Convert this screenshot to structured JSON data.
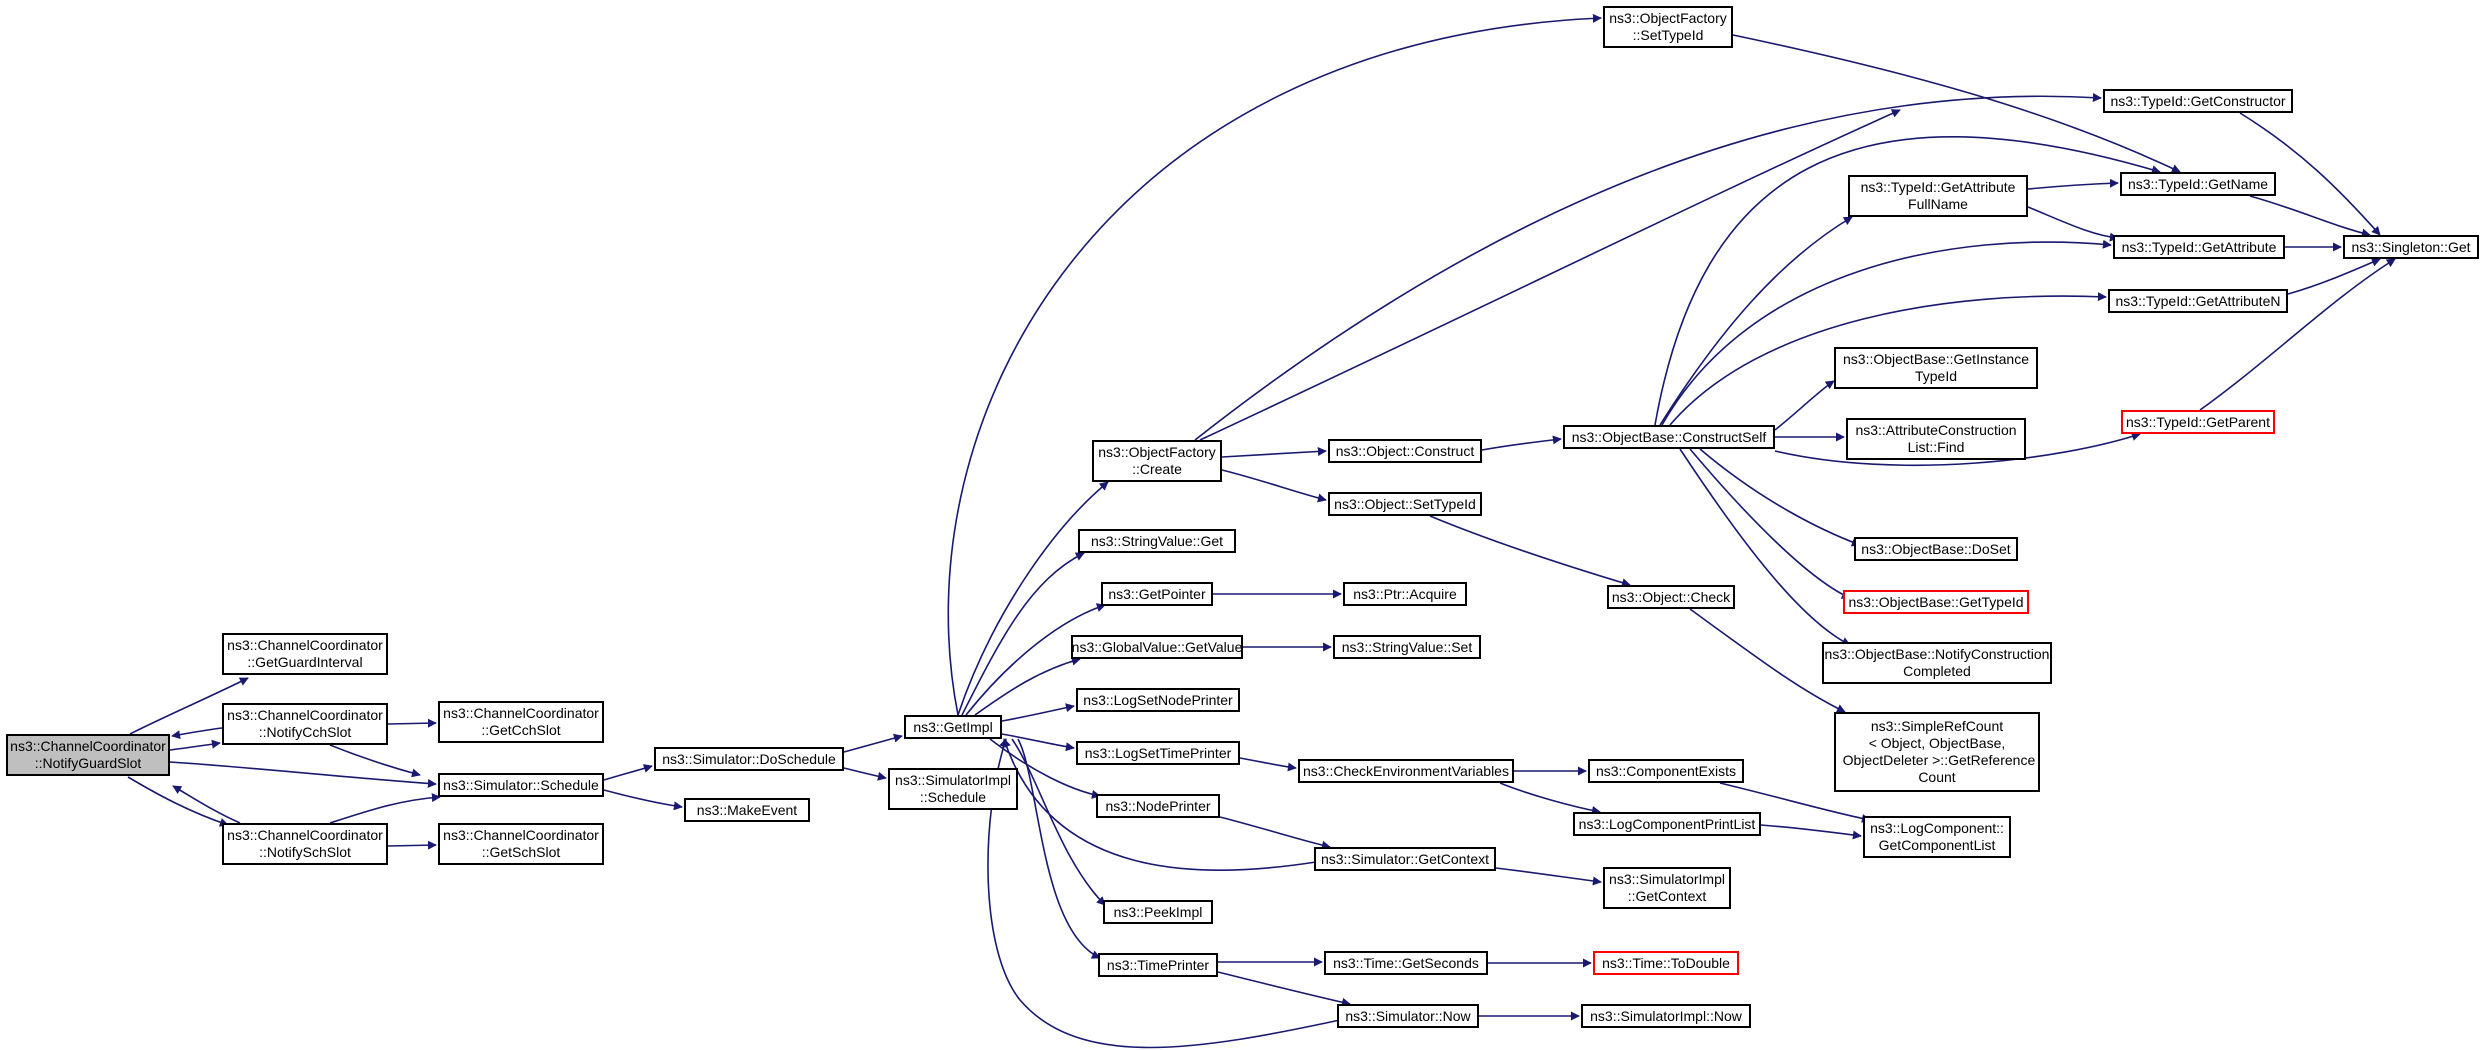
{
  "colors": {
    "edge": "#191970",
    "node_border": "#000000",
    "root_fill": "#bfbfbf",
    "incomplete_border": "#ff0000"
  },
  "nodes": {
    "notify_guard_slot": "ns3::ChannelCoordinator\n::NotifyGuardSlot",
    "get_guard_interval": "ns3::ChannelCoordinator\n::GetGuardInterval",
    "notify_cch_slot": "ns3::ChannelCoordinator\n::NotifyCchSlot",
    "notify_sch_slot": "ns3::ChannelCoordinator\n::NotifySchSlot",
    "get_cch_slot": "ns3::ChannelCoordinator\n::GetCchSlot",
    "get_sch_slot": "ns3::ChannelCoordinator\n::GetSchSlot",
    "simulator_schedule": "ns3::Simulator::Schedule",
    "simulator_doschedule": "ns3::Simulator::DoSchedule",
    "make_event": "ns3::MakeEvent",
    "get_impl": "ns3::GetImpl",
    "simulatorimpl_schedule": "ns3::SimulatorImpl\n::Schedule",
    "object_factory_set_typeid": "ns3::ObjectFactory\n::SetTypeId",
    "object_factory_create": "ns3::ObjectFactory\n::Create",
    "string_value_get": "ns3::StringValue::Get",
    "get_pointer": "ns3::GetPointer",
    "global_value_get_value": "ns3::GlobalValue::GetValue",
    "log_set_node_printer": "ns3::LogSetNodePrinter",
    "log_set_time_printer": "ns3::LogSetTimePrinter",
    "node_printer": "ns3::NodePrinter",
    "peek_impl": "ns3::PeekImpl",
    "time_printer": "ns3::TimePrinter",
    "object_construct": "ns3::Object::Construct",
    "object_set_typeid": "ns3::Object::SetTypeId",
    "ptr_acquire": "ns3::Ptr::Acquire",
    "string_value_set": "ns3::StringValue::Set",
    "check_env_vars": "ns3::CheckEnvironmentVariables",
    "simulator_get_context": "ns3::Simulator::GetContext",
    "time_get_seconds": "ns3::Time::GetSeconds",
    "simulator_now": "ns3::Simulator::Now",
    "objectbase_construct_self": "ns3::ObjectBase::ConstructSelf",
    "object_check": "ns3::Object::Check",
    "component_exists": "ns3::ComponentExists",
    "log_component_print_list": "ns3::LogComponentPrintList",
    "simulatorimpl_get_context": "ns3::SimulatorImpl\n::GetContext",
    "time_to_double": "ns3::Time::ToDouble",
    "simulatorimpl_now": "ns3::SimulatorImpl::Now",
    "typeid_get_attribute_fullname": "ns3::TypeId::GetAttribute\nFullName",
    "objectbase_get_instance_typeid": "ns3::ObjectBase::GetInstance\nTypeId",
    "attribute_construction_list_find": "ns3::AttributeConstruction\nList::Find",
    "objectbase_doset": "ns3::ObjectBase::DoSet",
    "objectbase_get_typeid": "ns3::ObjectBase::GetTypeId",
    "objectbase_notify_construction_completed": "ns3::ObjectBase::NotifyConstruction\nCompleted",
    "simple_ref_count_get_reference_count": "ns3::SimpleRefCount\n< Object, ObjectBase,\n ObjectDeleter >::GetReference\nCount",
    "log_component_get_component_list": "ns3::LogComponent::\nGetComponentList",
    "typeid_get_constructor": "ns3::TypeId::GetConstructor",
    "typeid_get_name": "ns3::TypeId::GetName",
    "typeid_get_attribute": "ns3::TypeId::GetAttribute",
    "typeid_get_attribute_n": "ns3::TypeId::GetAttributeN",
    "typeid_get_parent": "ns3::TypeId::GetParent",
    "singleton_get": "ns3::Singleton::Get"
  }
}
